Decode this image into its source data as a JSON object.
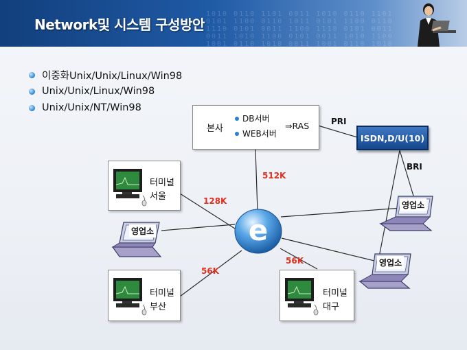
{
  "header": {
    "title": "Network및 시스템 구성방안"
  },
  "bullets": [
    "이중화Unix/Unix/Linux/Win98",
    "Unix/Unix/Linux/Win98",
    "Unix/Unix/NT/Win98"
  ],
  "hq": {
    "label": "본사",
    "items": [
      "DB서버",
      "WEB서버"
    ],
    "ras": "⇒RAS"
  },
  "isdn": {
    "label": "ISDN,D/U(10)"
  },
  "links": {
    "pri": "PRI",
    "bri": "BRI",
    "hq_speed": "512K",
    "seoul_speed": "128K",
    "busan_speed": "56K",
    "daegu_speed": "56K"
  },
  "terminals": {
    "seoul": {
      "line1": "터미널",
      "line2": "서울"
    },
    "busan": {
      "line1": "터미널",
      "line2": "부산"
    },
    "daegu": {
      "line1": "터미널",
      "line2": "대구"
    }
  },
  "offices": {
    "left": "영업소",
    "right_top": "영업소",
    "right_bottom": "영업소"
  },
  "colors": {
    "header_dark": "#123f7d",
    "speed_text": "#e0301e",
    "isdn_fill": "#14478f",
    "hub_blue": "#2a7fd0"
  }
}
